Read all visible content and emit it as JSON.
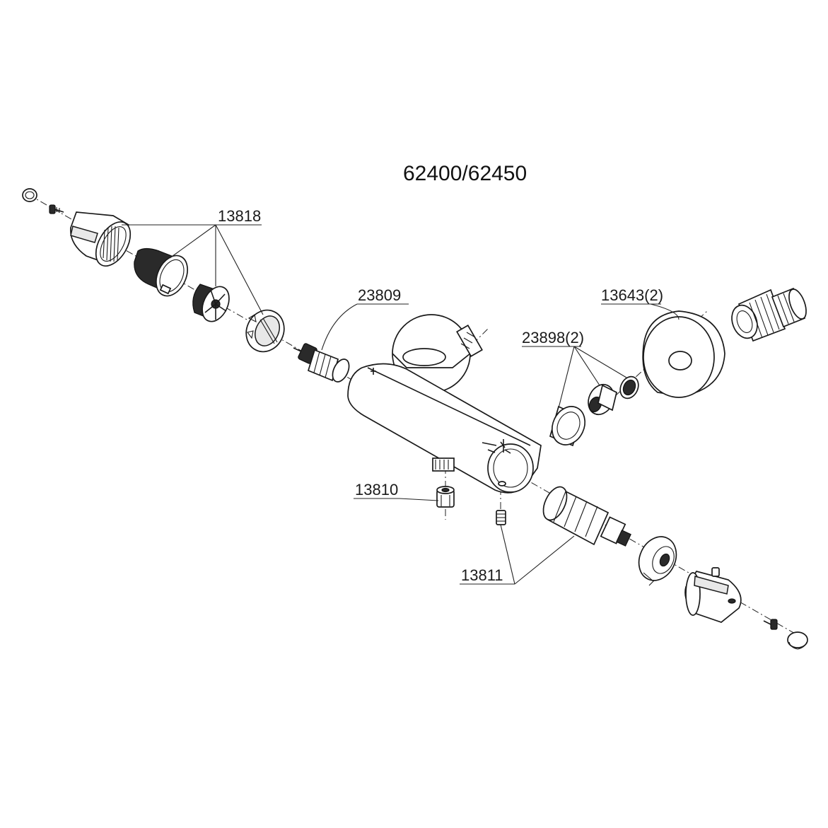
{
  "title": "62400/62450",
  "parts": {
    "p13818": "13818",
    "p23809": "23809",
    "p13643": "13643(2)",
    "p23898": "23898(2)",
    "p13810": "13810",
    "p13811": "13811"
  },
  "colors": {
    "line": "#1a1a1a",
    "background": "#ffffff"
  }
}
